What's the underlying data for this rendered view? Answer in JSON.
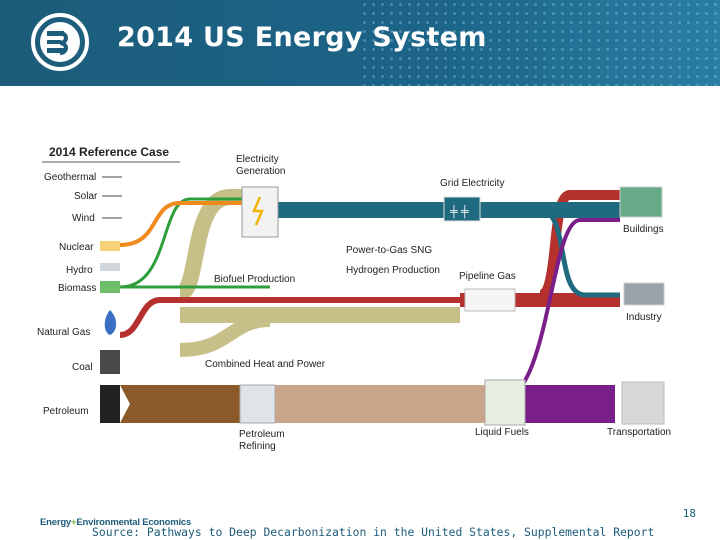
{
  "header": {
    "title": "2014 US Energy System"
  },
  "diagram": {
    "reference_case": "2014 Reference Case",
    "sources": [
      "Geothermal",
      "Solar",
      "Wind",
      "Nuclear",
      "Hydro",
      "Biomass",
      "Natural Gas",
      "Coal",
      "Petroleum"
    ],
    "nodes": {
      "electricity_generation": "Electricity Generation",
      "grid_electricity": "Grid Electricity",
      "power_to_gas": "Power-to-Gas SNG",
      "hydrogen_production": "Hydrogen Production",
      "biofuel_production": "Biofuel Production",
      "pipeline_gas": "Pipeline Gas",
      "chp": "Combined Heat and Power",
      "petroleum_refining": "Petroleum Refining",
      "liquid_fuels": "Liquid Fuels"
    },
    "sectors": [
      "Buildings",
      "Industry",
      "Transportation"
    ],
    "colors": {
      "electricity": "#1f6a7e",
      "gas": "#b5312e",
      "petroleum": "#8a5a2b",
      "liquid": "#7a1f8a",
      "biofuel": "#c7bf88",
      "renewable": "#2f9e3a",
      "nuclear": "#f08a1c"
    }
  },
  "footer": {
    "logo_text_1": "Energy",
    "logo_plus": "+",
    "logo_text_2": "Environmental Economics",
    "page_number": "18",
    "source": "Source: Pathways to Deep Decarbonization in the United States, Supplemental Report"
  }
}
